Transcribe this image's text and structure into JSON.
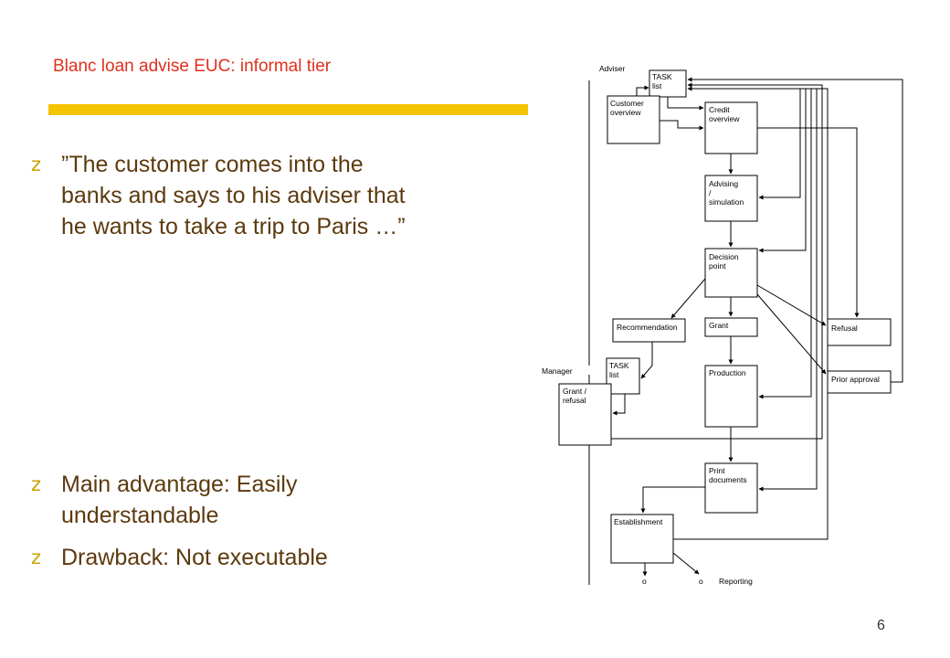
{
  "slide": {
    "title": "Blanc loan advise EUC: informal tier",
    "quote_bullets": [
      "”The customer comes into the banks and says to his adviser that he wants to take a trip to Paris  …”"
    ],
    "advantage_bullets": [
      "Main advantage: Easily understandable",
      "Drawback: Not executable"
    ],
    "bullet_glyph": "z",
    "page_number": "6"
  },
  "colors": {
    "title": "#e0301e",
    "accent_bar": "#f5c400",
    "body_text": "#5c3a0e"
  },
  "diagram": {
    "lane_labels": {
      "adviser": "Adviser",
      "manager": "Manager",
      "reporting": "Reporting"
    },
    "boxes": {
      "task_list_adviser": [
        "TASK",
        "list"
      ],
      "customer_overview": [
        "Customer",
        "overview"
      ],
      "credit_overview": [
        "Credit",
        "overview"
      ],
      "advising_simulation": [
        "Advising",
        "/",
        "simulation"
      ],
      "decision_point": [
        "Decision",
        "point"
      ],
      "recommendation": [
        "Recommendation"
      ],
      "grant": [
        "Grant"
      ],
      "refusal": [
        "Refusal"
      ],
      "task_list_manager": [
        "TASK",
        "list"
      ],
      "grant_refusal": [
        "Grant /",
        "refusal"
      ],
      "production": [
        "Production"
      ],
      "prior_approval": [
        "Prior approval"
      ],
      "print_documents": [
        "Print",
        "documents"
      ],
      "establishment": [
        "Establishment"
      ]
    }
  }
}
